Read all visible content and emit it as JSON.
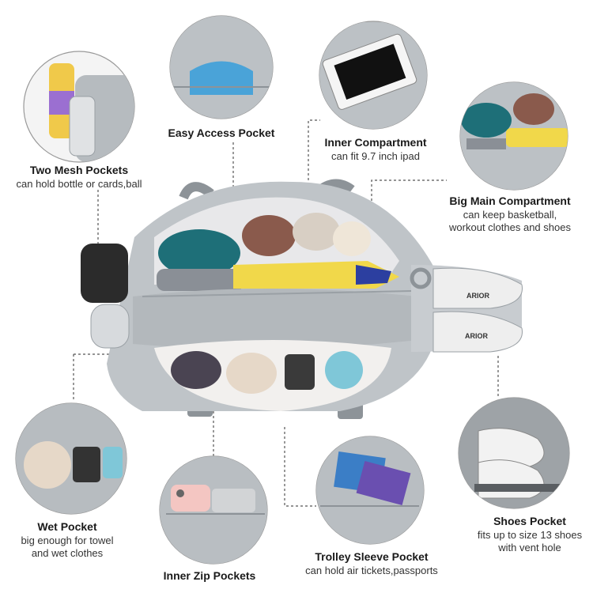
{
  "features": {
    "mesh": {
      "title": "Two Mesh Pockets",
      "desc": [
        "can hold bottle or cards,ball"
      ]
    },
    "easy": {
      "title": "Easy Access Pocket",
      "desc": []
    },
    "inner": {
      "title": "Inner Compartment",
      "desc": [
        "can fit 9.7 inch ipad"
      ]
    },
    "main": {
      "title": "Big Main Compartment",
      "desc": [
        "can keep basketball,",
        "workout clothes and shoes"
      ]
    },
    "wet": {
      "title": "Wet Pocket",
      "desc": [
        "big enough for towel",
        "and wet clothes"
      ]
    },
    "zip": {
      "title": "Inner Zip Pockets",
      "desc": []
    },
    "trolley": {
      "title": "Trolley Sleeve Pocket",
      "desc": [
        "can hold air tickets,passports"
      ]
    },
    "shoes": {
      "title": "Shoes Pocket",
      "desc": [
        "fits up to size 13 shoes",
        "with vent hole"
      ]
    }
  },
  "product_text": {
    "shoe_brand": "ARIOR"
  },
  "colors": {
    "bag": "#b9bec2",
    "bag_dark": "#8d9398",
    "teal": "#1e6f78",
    "towel_brown": "#8a5a4c",
    "yellow": "#f1d84a",
    "shoe_white": "#f2f2f2",
    "leader": "#555555"
  }
}
